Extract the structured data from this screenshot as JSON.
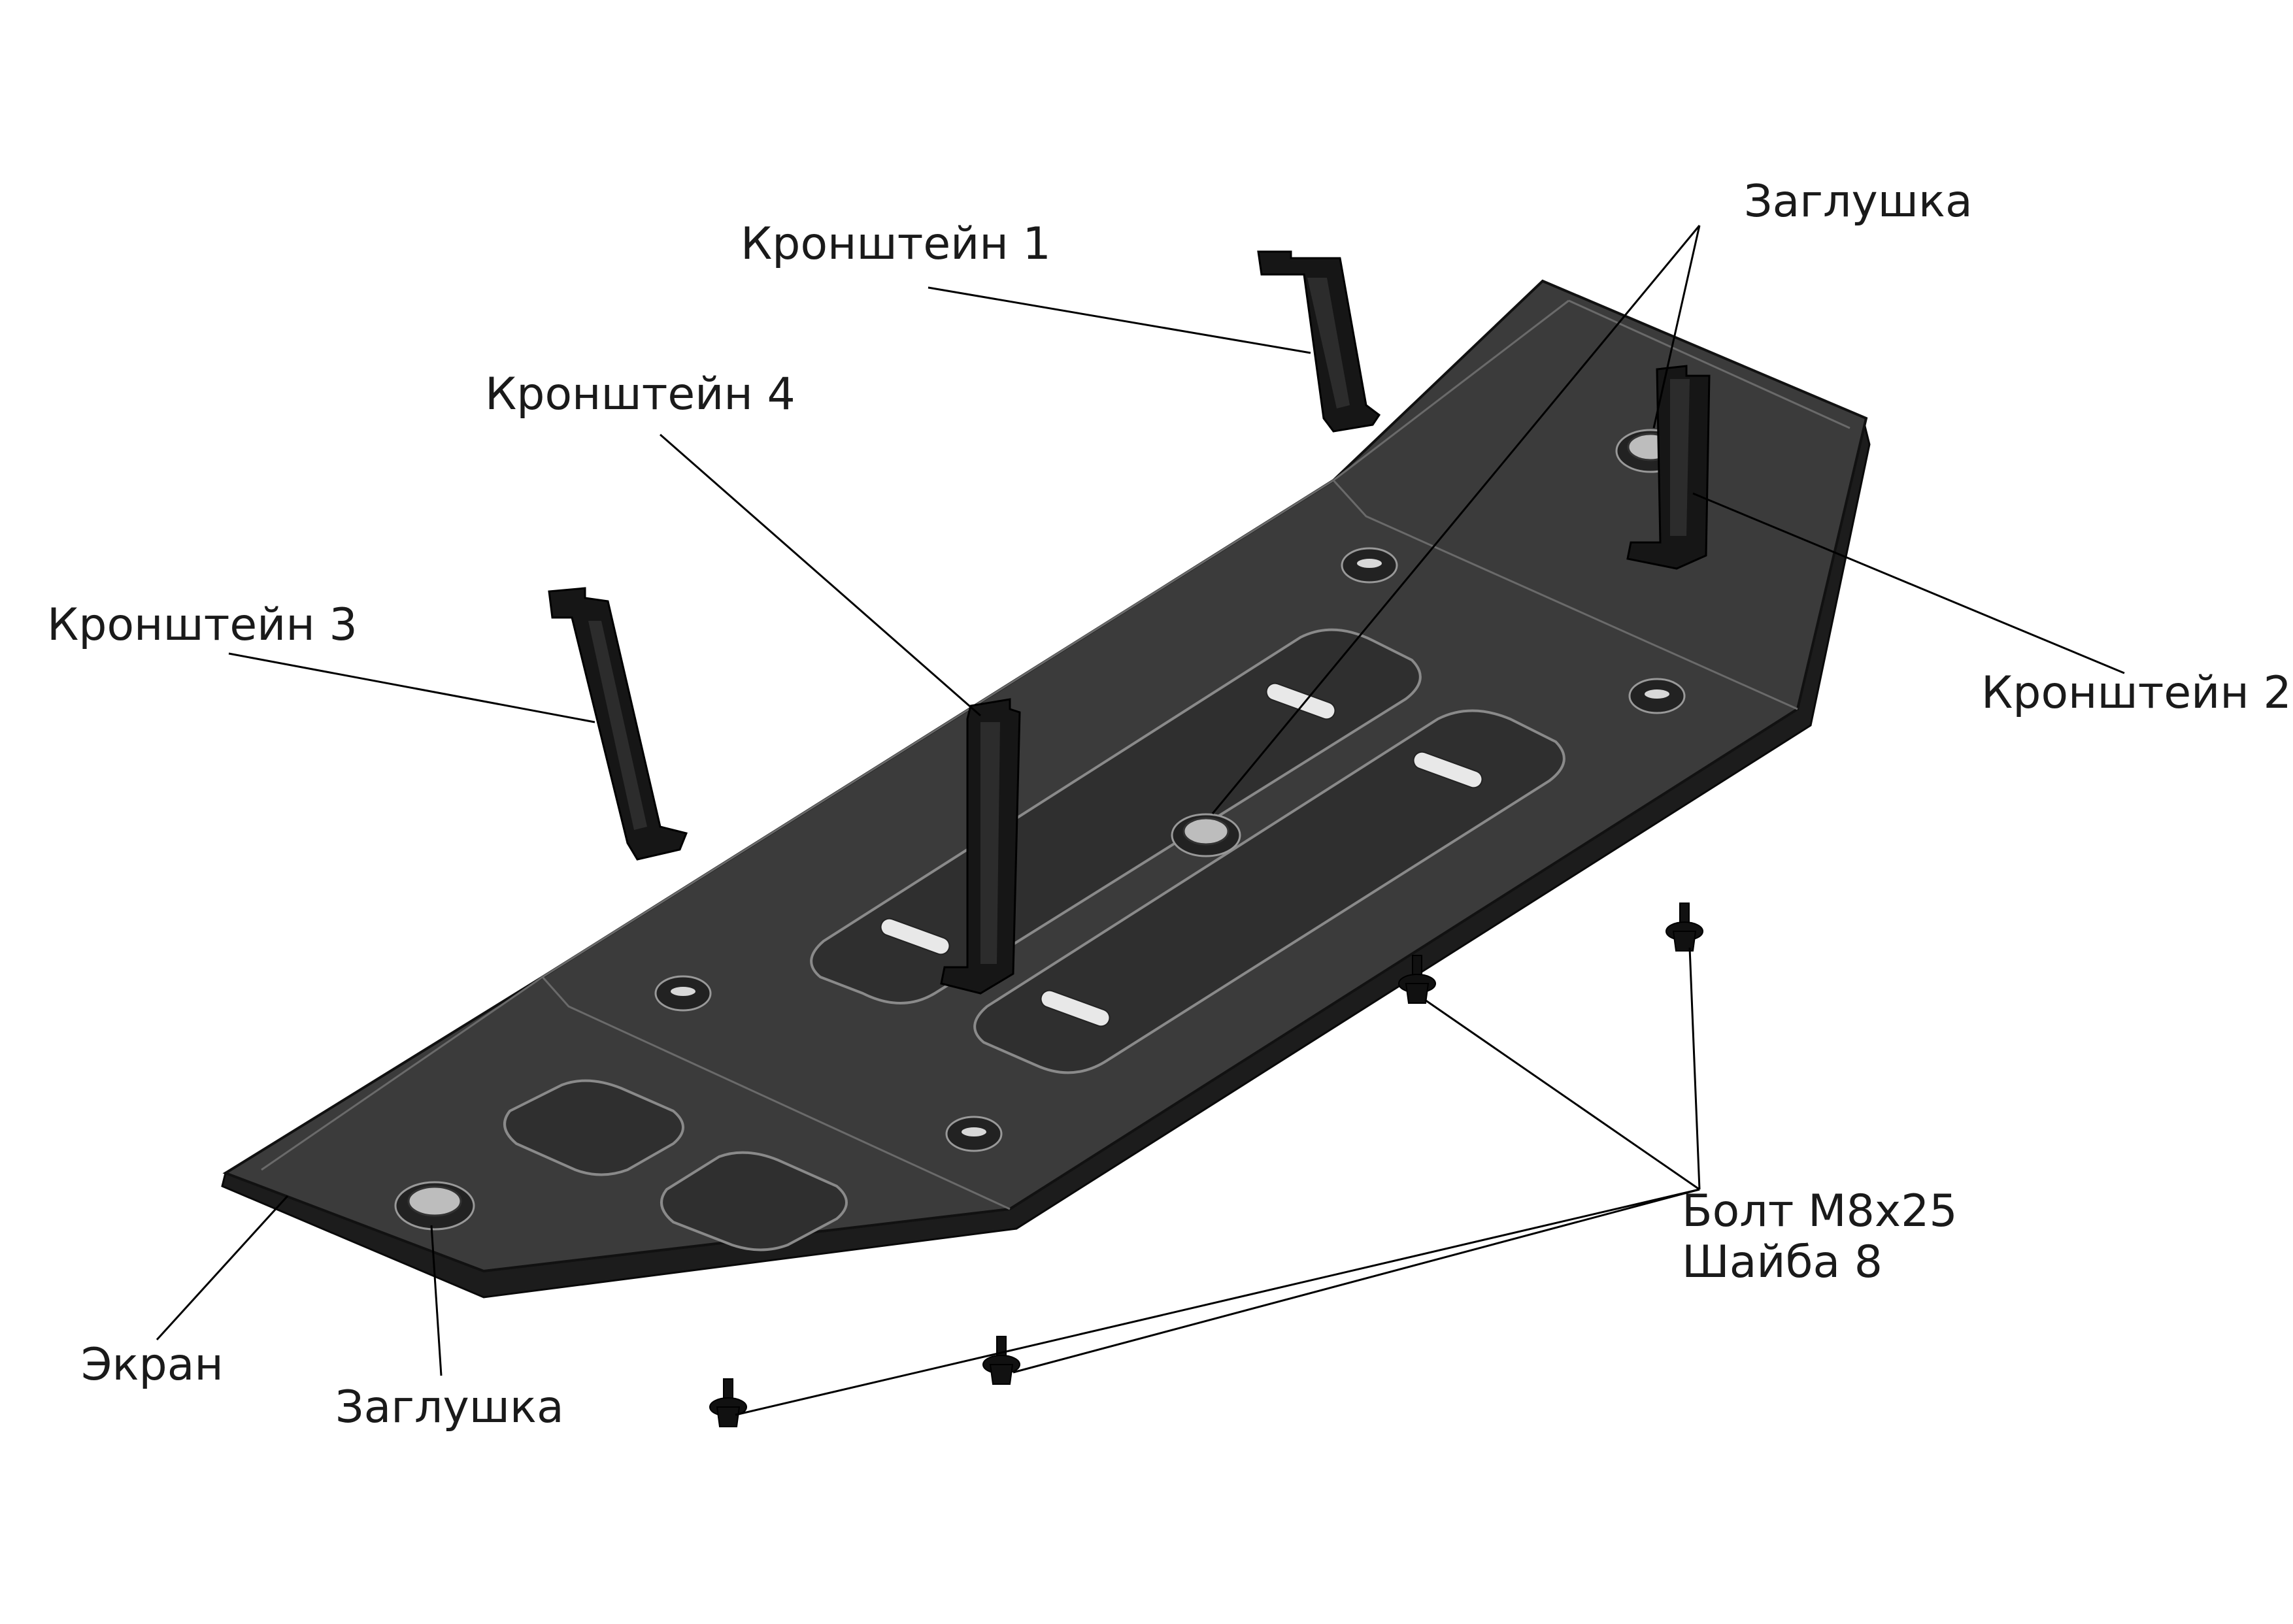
{
  "labels": {
    "bracket1": "Кронштейн 1",
    "bracket2": "Кронштейн 2",
    "bracket3": "Кронштейн 3",
    "bracket4": "Кронштейн 4",
    "plug_top": "Заглушка",
    "plug_bottom": "Заглушка",
    "screen": "Экран",
    "bolt": "Болт М8х25",
    "washer": "Шайба 8"
  },
  "colors": {
    "plate": "#3b3b3b",
    "plate_edge": "#1c1c1c",
    "bracket": "#161616",
    "plug": "#bdbdbd",
    "text": "#1a1a1a"
  }
}
